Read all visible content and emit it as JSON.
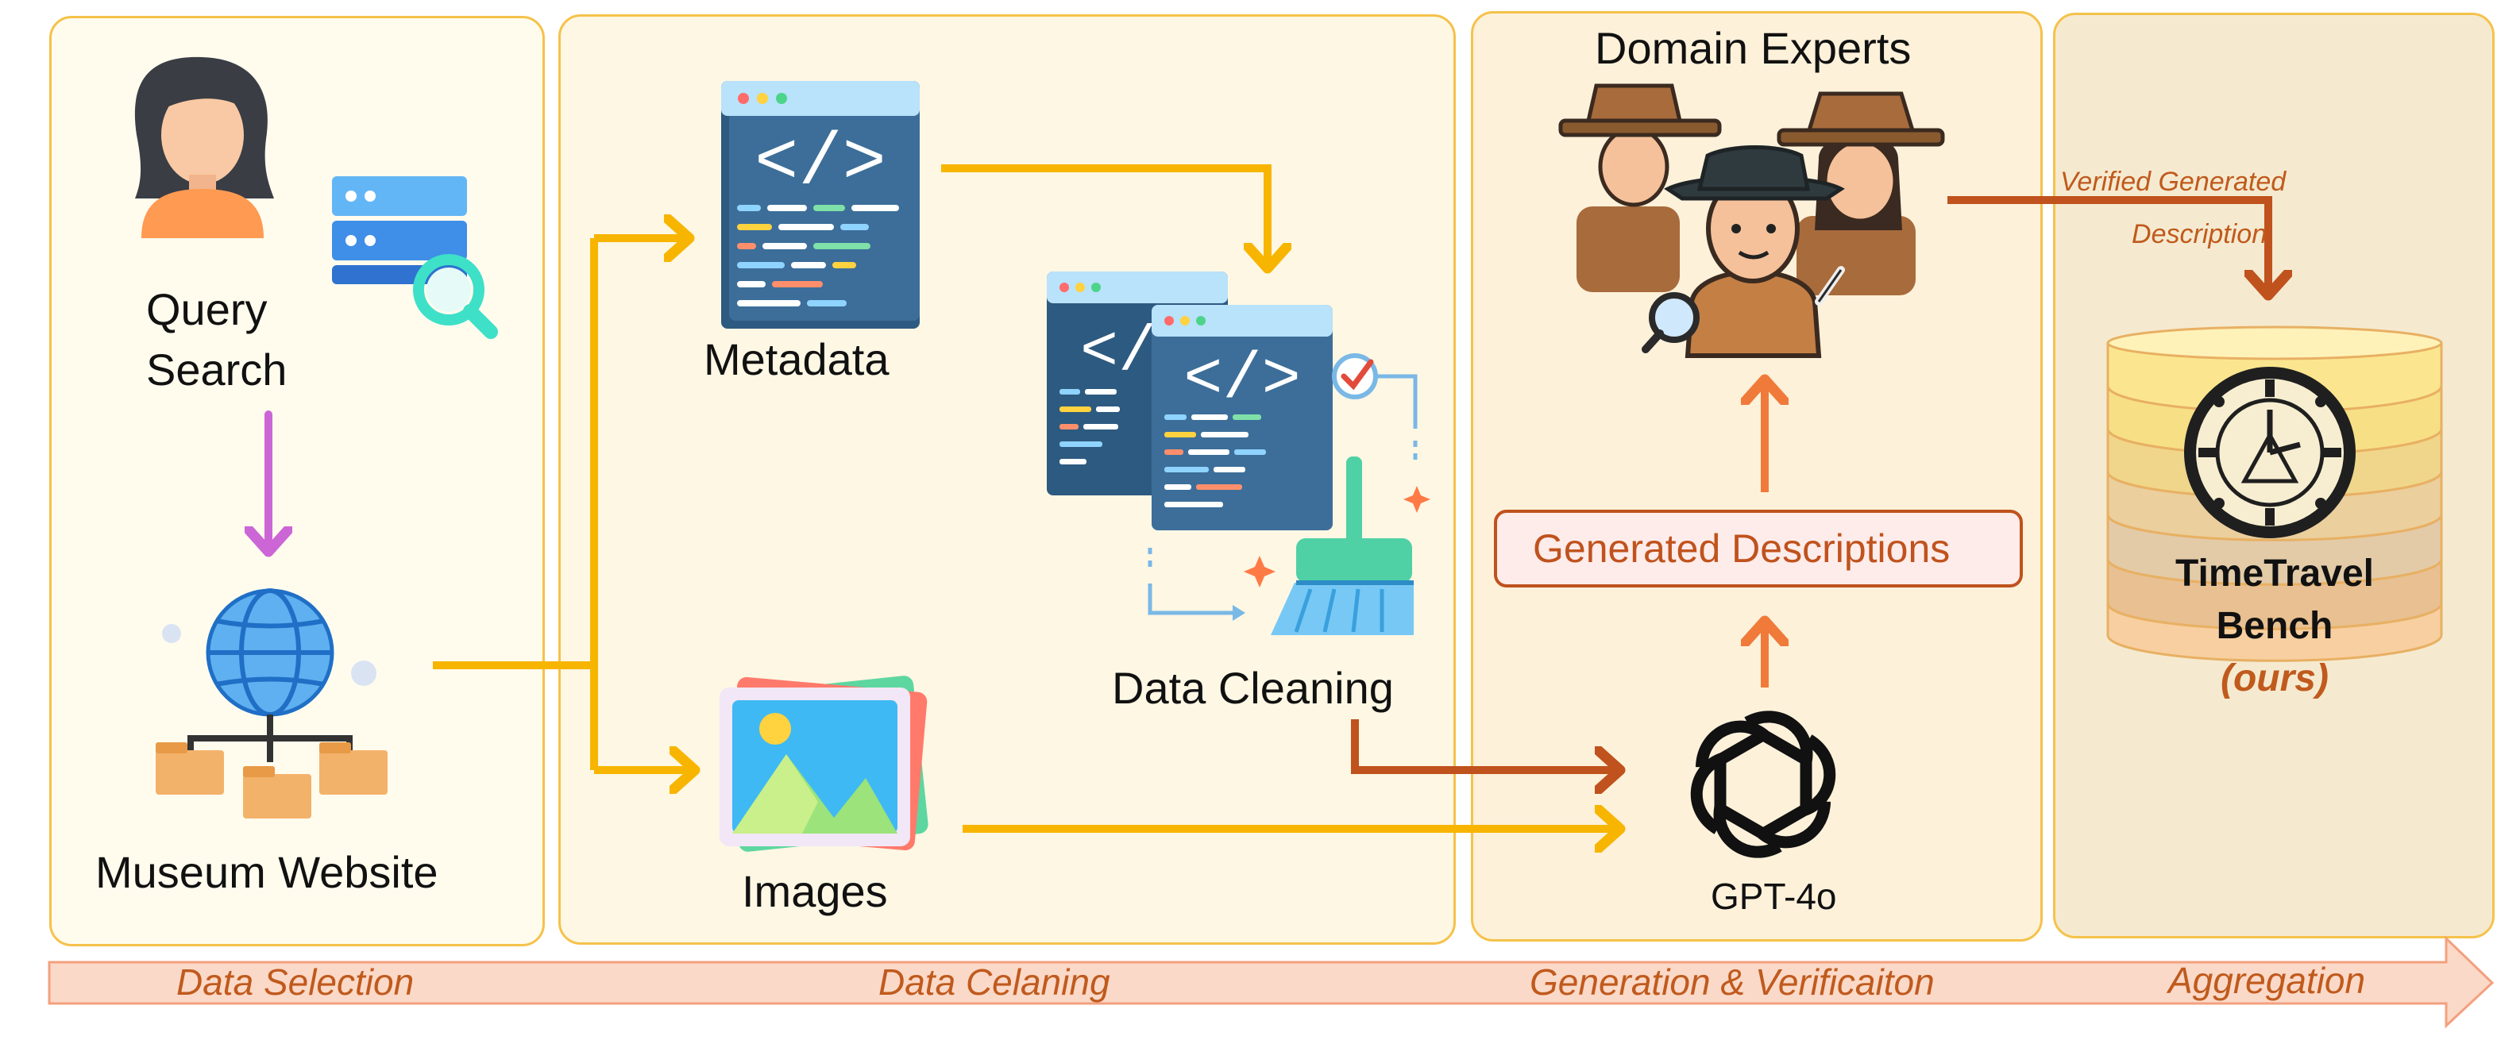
{
  "stages": {
    "selection": "Data Selection",
    "cleaning": "Data Celaning",
    "generation": "Generation & Verificaiton",
    "aggregation": "Aggregation"
  },
  "nodes": {
    "query_search_line1": "Query",
    "query_search_line2": "Search",
    "museum_website": "Museum Website",
    "metadata": "Metadata",
    "images": "Images",
    "data_cleaning": "Data Cleaning",
    "domain_experts": "Domain Experts",
    "generated_descriptions": "Generated Descriptions",
    "gpt": "GPT-4o",
    "verified_line1": "Verified Generated",
    "verified_line2": "Description",
    "bench_line1": "TimeTravel",
    "bench_line2": "Bench",
    "bench_ours": "(ours)"
  },
  "colors": {
    "panel_border": "#f5c24a",
    "panel_fill_light": "#fffcee",
    "panel_fill_mid": "#fdf4dc",
    "panel_fill_dark": "#f5ead0",
    "arrow_yellow": "#f7b500",
    "arrow_purple": "#cc66d6",
    "arrow_orange": "#c0521d",
    "arrow_light_orange": "#f07a3a",
    "stage_text": "#c05a1d"
  }
}
